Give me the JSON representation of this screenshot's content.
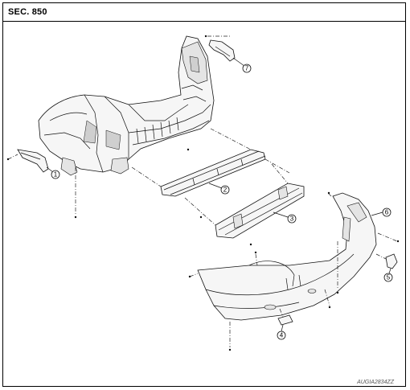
{
  "section_label": "SEC. 850",
  "image_reference": "AUGIA2834ZZ",
  "callouts": [
    "1",
    "2",
    "3",
    "4",
    "5",
    "6",
    "7"
  ],
  "parts": [
    {
      "callout": "1",
      "icon": "left-bracket"
    },
    {
      "callout": "2",
      "icon": "reinforcement-bar"
    },
    {
      "callout": "3",
      "icon": "energy-absorber"
    },
    {
      "callout": "4",
      "icon": "reflector"
    },
    {
      "callout": "5",
      "icon": "side-bracket"
    },
    {
      "callout": "6",
      "icon": "bumper-fascia"
    },
    {
      "callout": "7",
      "icon": "upper-bracket"
    }
  ]
}
